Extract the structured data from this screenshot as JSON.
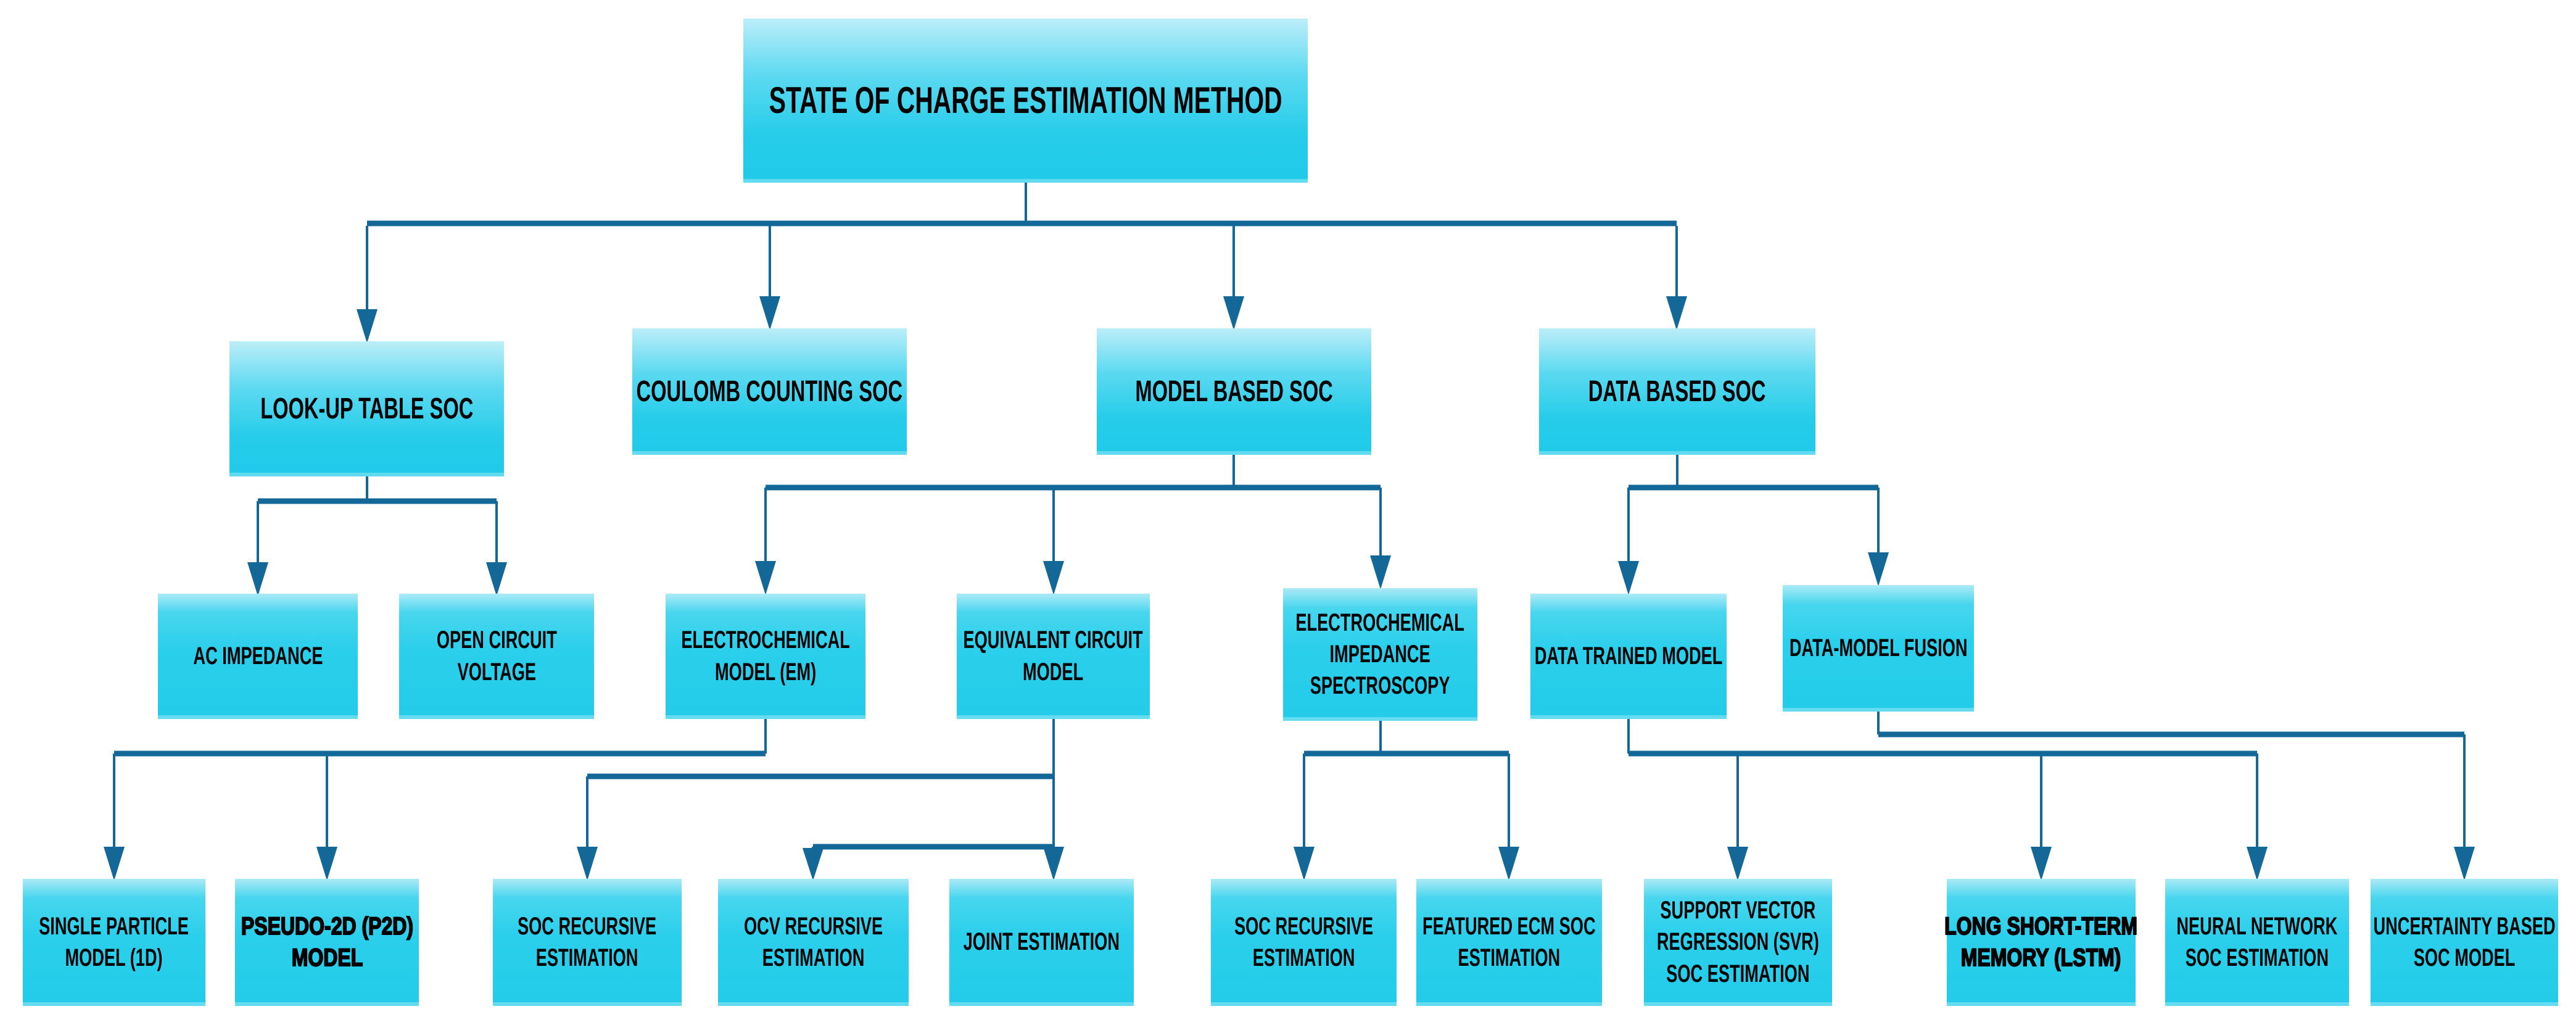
{
  "diagram": {
    "type": "flowchart-tree",
    "colors": {
      "box_gradient_top": "#bceef9",
      "box_gradient_bottom": "#1fcae8",
      "connector": "#136897",
      "text": "#000000",
      "background": "#ffffff"
    },
    "nodes": [
      {
        "id": "root",
        "level": 1,
        "label": "STATE OF CHARGE ESTIMATION METHOD"
      },
      {
        "id": "lookup",
        "level": 2,
        "label": "LOOK-UP TABLE SOC"
      },
      {
        "id": "coulomb",
        "level": 2,
        "label": "COULOMB COUNTING SOC"
      },
      {
        "id": "model-based",
        "level": 2,
        "label": "MODEL BASED SOC"
      },
      {
        "id": "data-based",
        "level": 2,
        "label": "DATA BASED SOC"
      },
      {
        "id": "ac-impedance",
        "level": 3,
        "label": "AC IMPEDANCE"
      },
      {
        "id": "ocv",
        "level": 3,
        "label": "OPEN CIRCUIT\nVOLTAGE"
      },
      {
        "id": "em",
        "level": 3,
        "label": "ELECTROCHEMICAL\nMODEL (EM)"
      },
      {
        "id": "ecm",
        "level": 3,
        "label": "EQUIVALENT CIRCUIT\nMODEL"
      },
      {
        "id": "eis",
        "level": 3,
        "label": "ELECTROCHEMICAL\nIMPEDANCE\nSPECTROSCOPY"
      },
      {
        "id": "data-trained",
        "level": 3,
        "label": "DATA TRAINED MODEL"
      },
      {
        "id": "data-model-fusion",
        "level": 3,
        "label": "DATA-MODEL FUSION"
      },
      {
        "id": "spm",
        "level": 4,
        "label": "SINGLE PARTICLE\nMODEL (1D)"
      },
      {
        "id": "p2d",
        "level": 4,
        "label": "PSEUDO-2D (P2D)\nMODEL",
        "emphasis": true
      },
      {
        "id": "soc-recursive-1",
        "level": 4,
        "label": "SOC RECURSIVE\nESTIMATION"
      },
      {
        "id": "ocv-recursive",
        "level": 4,
        "label": "OCV RECURSIVE\nESTIMATION"
      },
      {
        "id": "joint",
        "level": 4,
        "label": "JOINT ESTIMATION"
      },
      {
        "id": "soc-recursive-2",
        "level": 4,
        "label": "SOC RECURSIVE\nESTIMATION"
      },
      {
        "id": "featured-ecm",
        "level": 4,
        "label": "FEATURED ECM SOC\nESTIMATION"
      },
      {
        "id": "svr",
        "level": 4,
        "label": "SUPPORT VECTOR\nREGRESSION (SVR)\nSOC ESTIMATION"
      },
      {
        "id": "lstm",
        "level": 4,
        "label": "LONG SHORT-TERM\nMEMORY (LSTM)",
        "emphasis": true
      },
      {
        "id": "neural-network",
        "level": 4,
        "label": "NEURAL NETWORK\nSOC ESTIMATION"
      },
      {
        "id": "uncertainty",
        "level": 4,
        "label": "UNCERTAINTY BASED\nSOC MODEL"
      }
    ],
    "edges": [
      [
        "root",
        "lookup"
      ],
      [
        "root",
        "coulomb"
      ],
      [
        "root",
        "model-based"
      ],
      [
        "root",
        "data-based"
      ],
      [
        "lookup",
        "ac-impedance"
      ],
      [
        "lookup",
        "ocv"
      ],
      [
        "model-based",
        "em"
      ],
      [
        "model-based",
        "ecm"
      ],
      [
        "model-based",
        "eis"
      ],
      [
        "data-based",
        "data-trained"
      ],
      [
        "data-based",
        "data-model-fusion"
      ],
      [
        "em",
        "spm"
      ],
      [
        "em",
        "p2d"
      ],
      [
        "ecm",
        "soc-recursive-1"
      ],
      [
        "ecm",
        "ocv-recursive"
      ],
      [
        "ecm",
        "joint"
      ],
      [
        "eis",
        "soc-recursive-2"
      ],
      [
        "eis",
        "featured-ecm"
      ],
      [
        "data-trained",
        "svr"
      ],
      [
        "data-trained",
        "lstm"
      ],
      [
        "data-trained",
        "neural-network"
      ],
      [
        "data-model-fusion",
        "uncertainty"
      ]
    ]
  }
}
